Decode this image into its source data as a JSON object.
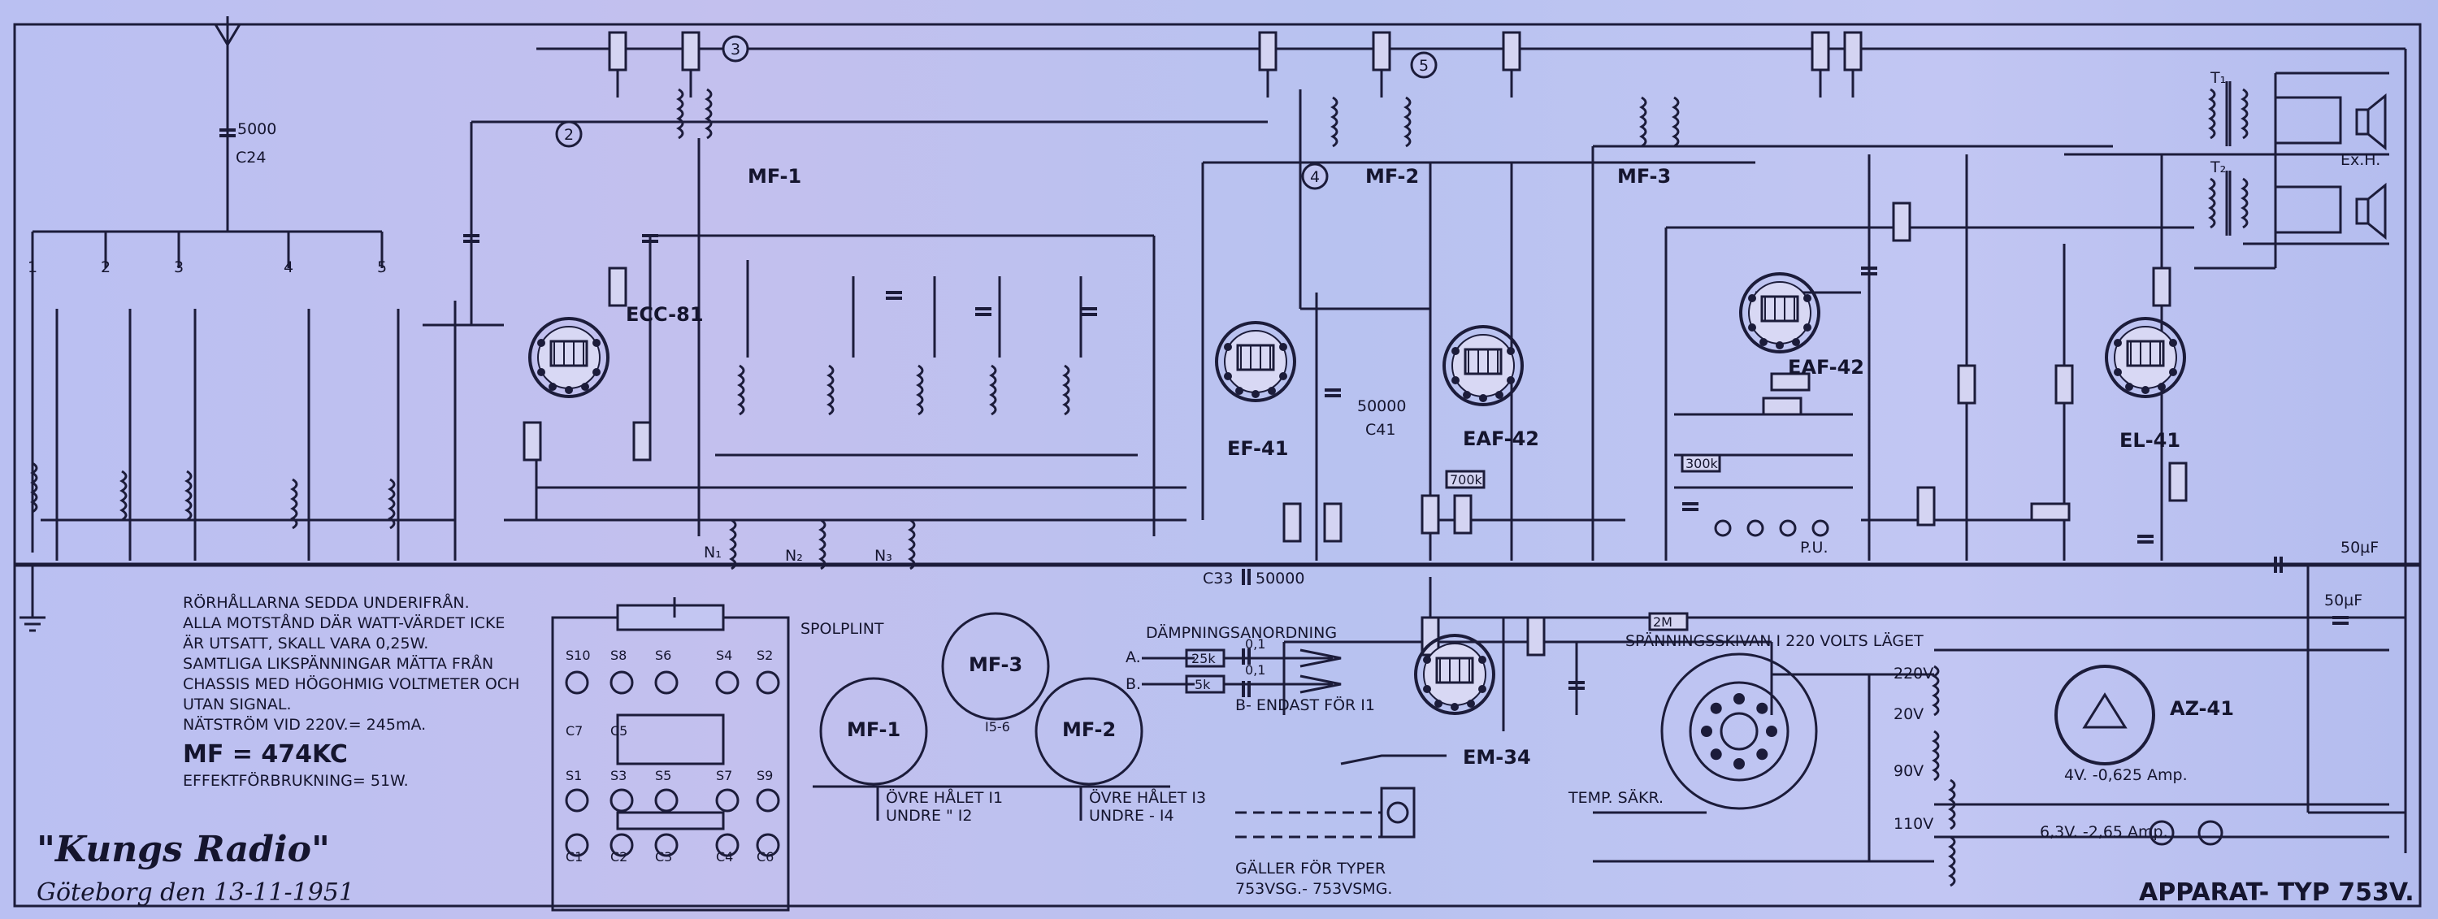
{
  "tubes": [
    {
      "name": "ECC-81"
    },
    {
      "name": "EF-41"
    },
    {
      "name": "EAF-42 (1)",
      "label": "EAF-42"
    },
    {
      "name": "EAF-42 (2)",
      "label": "EAF-42"
    },
    {
      "name": "EL-41"
    },
    {
      "name": "EM-34"
    },
    {
      "name": "AZ-41"
    }
  ],
  "labels": {
    "mf1_top": "MF-1",
    "mf2_top": "MF-2",
    "mf3_top": "MF-3",
    "circle2": "2",
    "circle3": "3",
    "circle4": "4",
    "circle5": "5",
    "ex_h": "Ex.H.",
    "t1": "T₁",
    "t2": "T₂",
    "pu": "P.U.",
    "c24": "5000",
    "c24_name": "C24",
    "n1": "N₁",
    "n2": "N₂",
    "n3": "N₃",
    "c33": "C33",
    "c33_val": "50000",
    "c41": "50000",
    "c41_name": "C41",
    "band_1": "1",
    "band_2": "2",
    "band_3": "3",
    "band_4": "4",
    "band_5": "5",
    "cap_50uf_1": "50µF",
    "cap_50uf_2": "50µF",
    "r20": "300k",
    "r12": "700k",
    "r17": "2M"
  },
  "notes": [
    "RÖRHÅLLARNA SEDDA UNDERIFRÅN.",
    "ALLA MOTSTÅND DÄR WATT-VÄRDET ICKE",
    "ÄR UTSATT, SKALL VARA 0,25W.",
    "SAMTLIGA LIKSPÄNNINGAR MÄTTA FRÅN",
    "CHASSIS MED HÖGOHMIG VOLTMETER OCH",
    "UTAN SIGNAL.",
    "NÄTSTRÖM VID  220V.= 245mA."
  ],
  "mf_freq": "MF = 474KC",
  "power": "EFFEKTFÖRBRUKNING= 51W.",
  "spolplint": "SPOLPLINT",
  "spolplint_top": [
    "S10",
    "S8",
    "S6",
    "S4",
    "S2"
  ],
  "spolplint_mid": [
    "C7",
    "C5"
  ],
  "spolplint_low": [
    "S1",
    "S3",
    "S5",
    "S7",
    "S9"
  ],
  "spolplint_bottom": [
    "C1",
    "C2",
    "C3",
    "C4",
    "C6"
  ],
  "mf_circles": {
    "mf1": "MF-1",
    "mf3": "MF-3",
    "mf2": "MF-2",
    "i56": "I5-6"
  },
  "mf_holes_left": [
    "ÖVRE HÅLET I1",
    "UNDRE  \"  I2"
  ],
  "mf_holes_right": [
    "ÖVRE HÅLET I3",
    "UNDRE  -  I4"
  ],
  "dampning": {
    "title": "DÄMPNINGSANORDNING",
    "row_a_label": "A.",
    "row_a_res": "25k",
    "row_b_label": "B.",
    "row_b_res": "5k",
    "cap": "0,1",
    "note": "B- ENDAST FÖR I1"
  },
  "spanning": "SPÄNNINGSSKIVAN I 220 VOLTS LÄGET",
  "temp": "TEMP. SÄKR.",
  "transformer_taps": [
    "220V",
    "20V",
    "90V",
    "110V"
  ],
  "az_heater": "4V. -0,625 Amp.",
  "el_heater": "6,3V. -2,65 Amp.",
  "galler": [
    "GÄLLER FÖR TYPER",
    "753VSG.- 753VSMG."
  ],
  "brand": "\"Kungs Radio\"",
  "city_date": "Göteborg den 13-11-1951",
  "apparat": "APPARAT- TYP 753V."
}
